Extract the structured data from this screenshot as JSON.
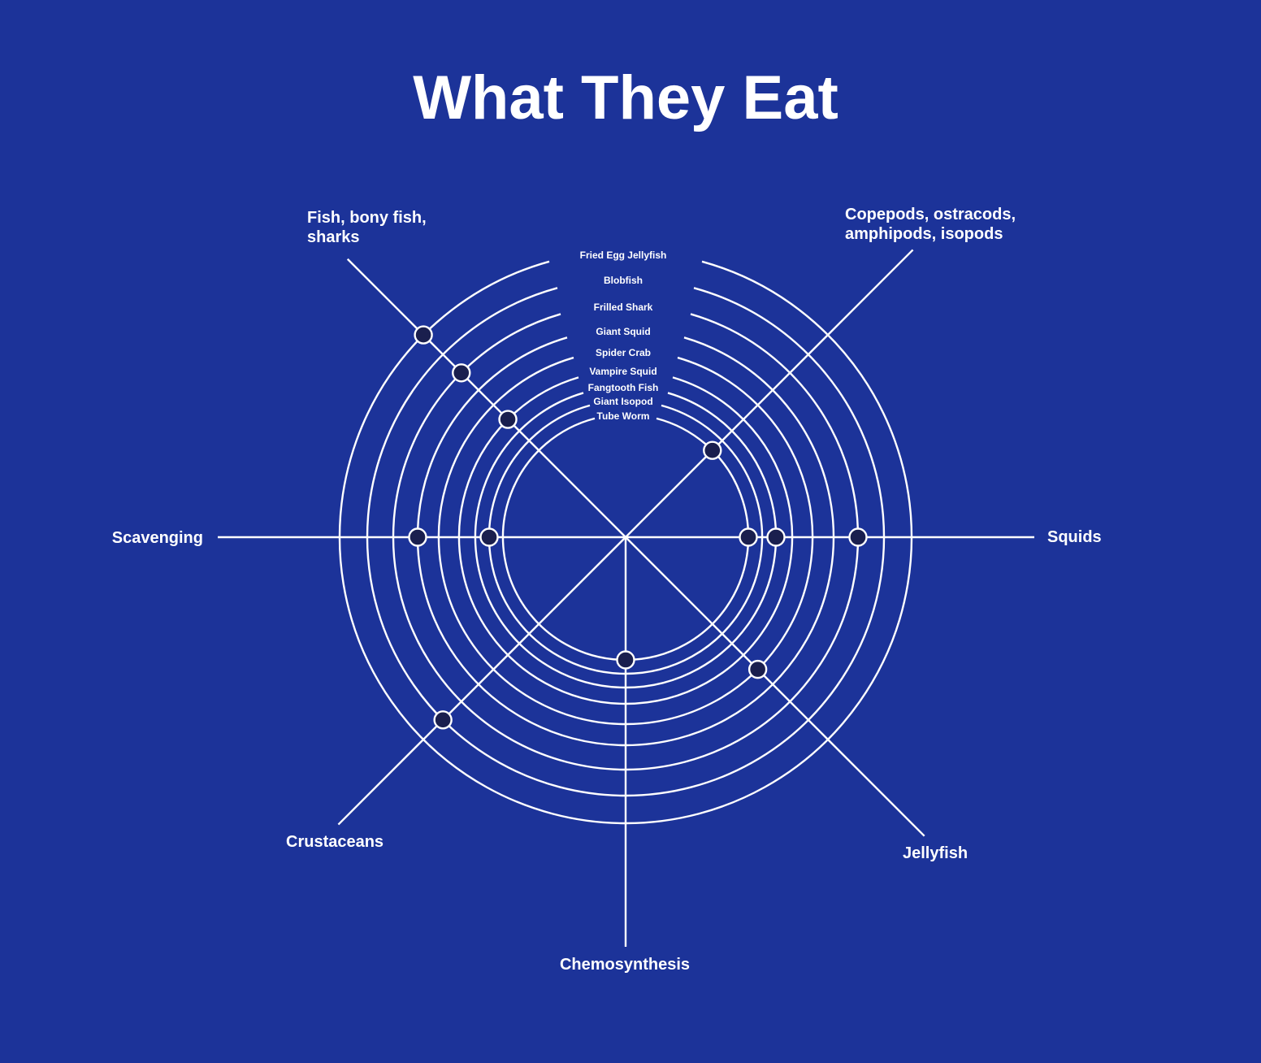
{
  "title": "What They Eat",
  "colors": {
    "background": "#1c3399",
    "line": "#ffffff",
    "dot_fill": "#1a1f4e"
  },
  "categories": [
    {
      "id": "squids",
      "label_lines": [
        "Squids"
      ],
      "angle_deg": 0
    },
    {
      "id": "copepods",
      "label_lines": [
        "Copepods, ostracods,",
        "amphipods, isopods"
      ],
      "angle_deg": 45
    },
    {
      "id": "fish",
      "label_lines": [
        "Fish, bony fish,",
        "sharks"
      ],
      "angle_deg": 135
    },
    {
      "id": "scavenging",
      "label_lines": [
        "Scavenging"
      ],
      "angle_deg": 180
    },
    {
      "id": "crustaceans",
      "label_lines": [
        "Crustaceans"
      ],
      "angle_deg": 225
    },
    {
      "id": "chemosynthesis",
      "label_lines": [
        "Chemosynthesis"
      ],
      "angle_deg": 270
    },
    {
      "id": "jellyfish",
      "label_lines": [
        "Jellyfish"
      ],
      "angle_deg": 315
    }
  ],
  "rings": [
    {
      "name": "Fried Egg Jellyfish",
      "diet": [
        "fish"
      ]
    },
    {
      "name": "Blobfish",
      "diet": [
        "crustaceans"
      ]
    },
    {
      "name": "Frilled Shark",
      "diet": [
        "fish",
        "squids"
      ]
    },
    {
      "name": "Giant Squid",
      "diet": [
        "scavenging"
      ]
    },
    {
      "name": "Spider Crab",
      "diet": [
        "jellyfish"
      ]
    },
    {
      "name": "Vampire Squid",
      "diet": [
        "fish"
      ]
    },
    {
      "name": "Fangtooth Fish",
      "diet": [
        "squids"
      ]
    },
    {
      "name": "Giant Isopod",
      "diet": [
        "scavenging"
      ]
    },
    {
      "name": "Tube Worm",
      "diet": [
        "copepods",
        "squids",
        "chemosynthesis"
      ]
    }
  ]
}
